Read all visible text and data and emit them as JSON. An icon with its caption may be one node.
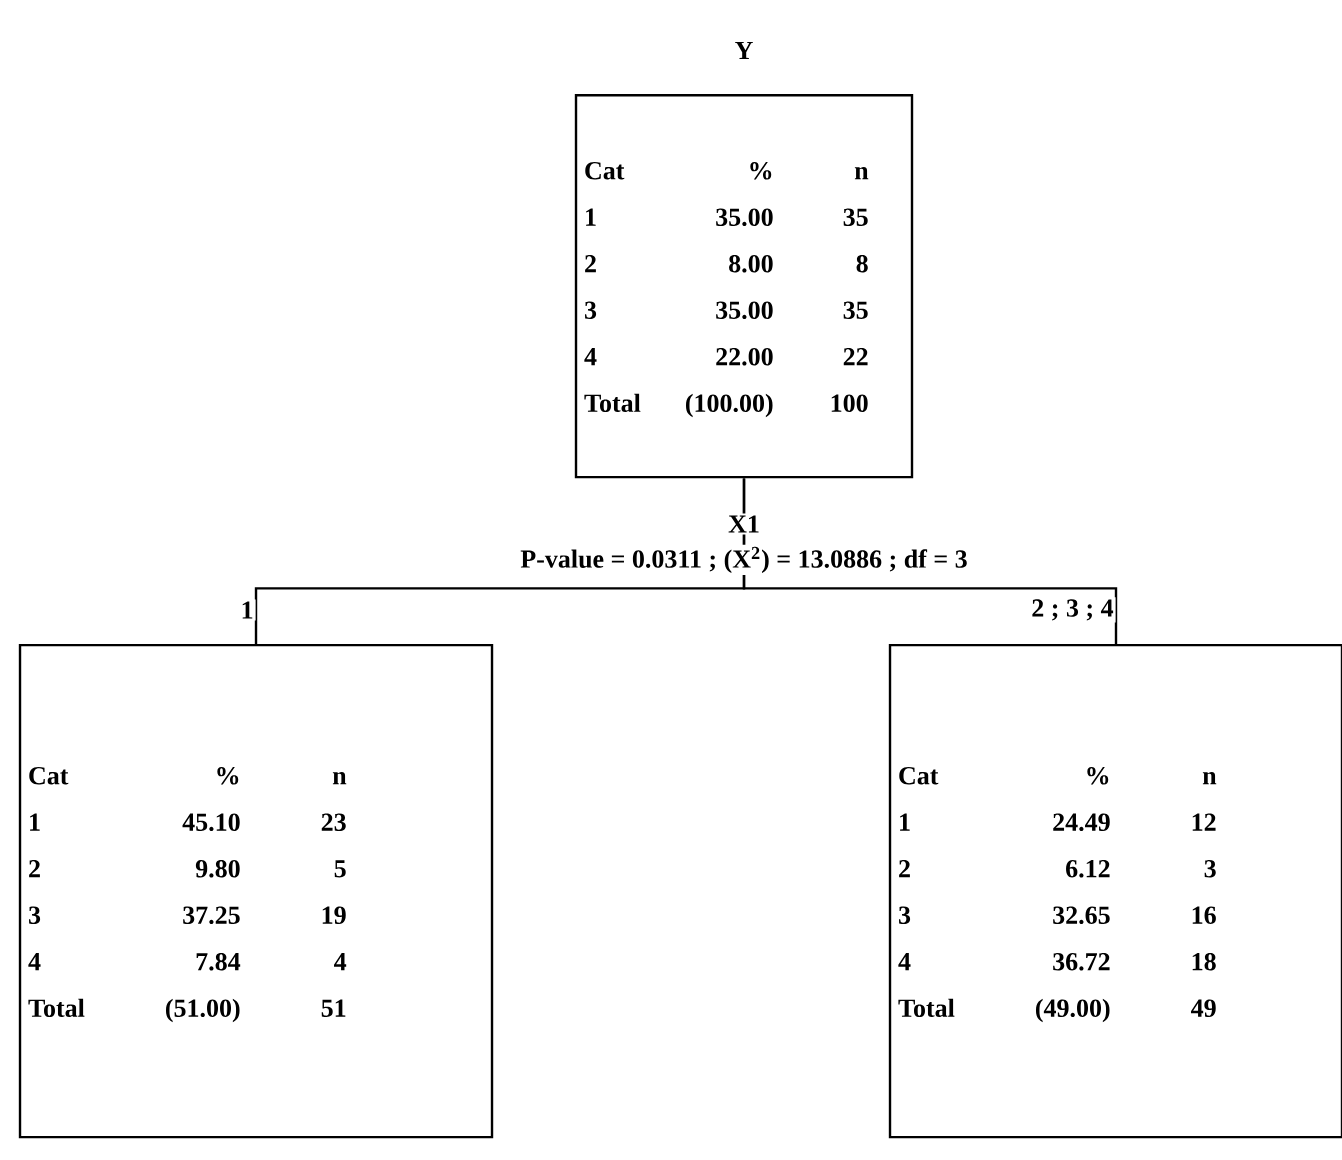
{
  "diagram": {
    "nodes": [
      {
        "text": [
          "Y",
          "Cat",
          "%",
          "n",
          "1",
          "35.00",
          "35",
          "2",
          "8.00",
          "8",
          "3",
          "35.00",
          "35",
          "4",
          "22.00",
          "22",
          "Total",
          "(100.00)",
          "100"
        ]
      },
      {
        "text": [
          "Cat",
          "%",
          "n",
          "1",
          "45.10",
          "23",
          "2",
          "9.80",
          "5",
          "3",
          "37.25",
          "19",
          "4",
          "7.84",
          "4",
          "Total",
          "(51.00)",
          "51"
        ]
      },
      {
        "text": [
          "Cat",
          "%",
          "n",
          "1",
          "24.49",
          "12",
          "2",
          "6.12",
          "3",
          "3",
          "32.65",
          "16",
          "4",
          "36.72",
          "18",
          "Total",
          "(49.00)",
          "49"
        ]
      }
    ],
    "edges": [
      {
        "from": 0,
        "to": 1,
        "arrow": "none",
        "label": "1"
      },
      {
        "from": 0,
        "to": 2,
        "arrow": "none",
        "label": "2 ; 3 ; 4"
      }
    ],
    "labels": [
      "X1",
      "P-value = 0.0311 ; (X$^{2}$) = 13.0886 ; df = 3"
    ]
  }
}
